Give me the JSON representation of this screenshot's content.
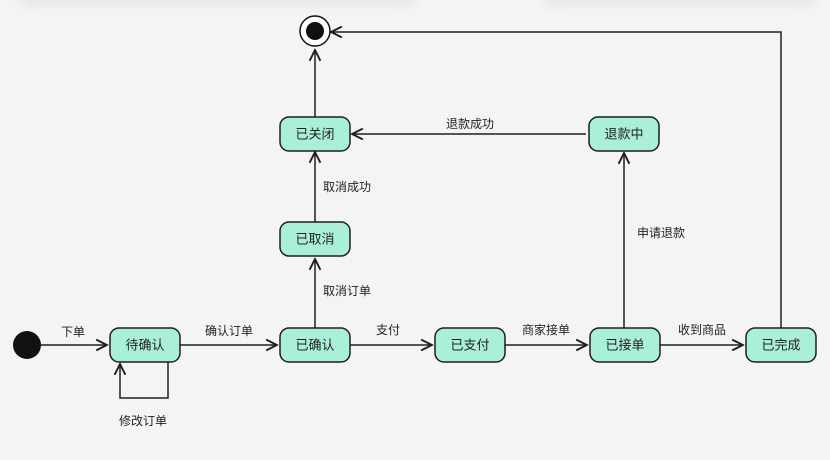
{
  "colors": {
    "state_fill": "#aaf0d6",
    "stroke": "#1e1e1e",
    "background": "#f4f4f4"
  },
  "states": {
    "pending_confirm": "待确认",
    "confirmed": "已确认",
    "paid": "已支付",
    "accepted": "已接单",
    "completed": "已完成",
    "cancelled": "已取消",
    "closed": "已关闭",
    "refunding": "退款中"
  },
  "transitions": {
    "place_order": "下单",
    "modify_order": "修改订单",
    "confirm_order": "确认订单",
    "pay": "支付",
    "merchant_accept": "商家接单",
    "receive_goods": "收到商品",
    "cancel_order": "取消订单",
    "cancel_success": "取消成功",
    "apply_refund": "申请退款",
    "refund_success": "退款成功"
  }
}
